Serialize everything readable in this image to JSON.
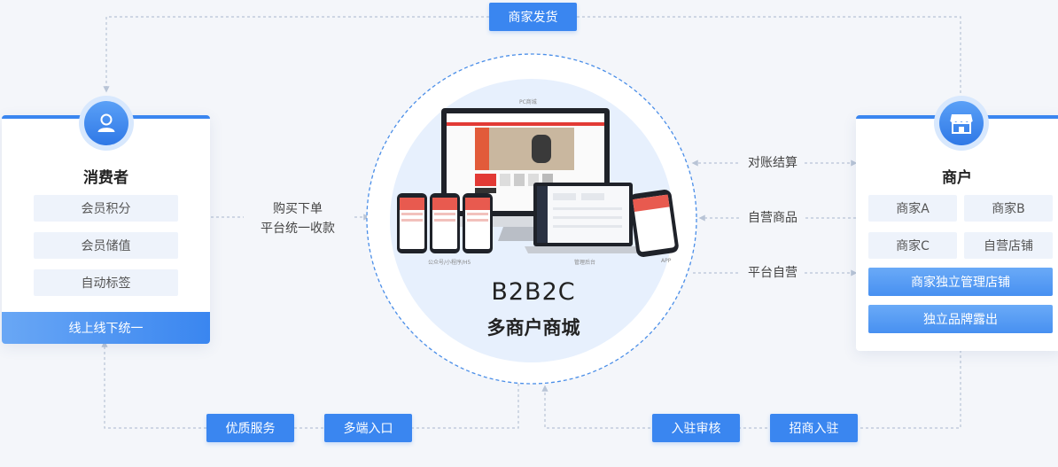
{
  "tags": {
    "top": "商家发货",
    "bottom_1": "优质服务",
    "bottom_2": "多端入口",
    "bottom_3": "入驻审核",
    "bottom_4": "招商入驻"
  },
  "flows": {
    "buy_line1": "购买下单",
    "buy_line2": "平台统一收款",
    "reconcile": "对账结算",
    "self_goods": "自营商品",
    "platform_self": "平台自营"
  },
  "consumer": {
    "title": "消费者",
    "items": [
      "会员积分",
      "会员储值",
      "自动标签"
    ],
    "band": "线上线下统一"
  },
  "merchant": {
    "title": "商户",
    "grid": [
      "商家A",
      "商家B",
      "商家C",
      "自营店铺"
    ],
    "buttons": [
      "商家独立管理店铺",
      "独立品牌露出"
    ]
  },
  "center": {
    "title": "B2B2C",
    "subtitle": "多商户商城",
    "device_labels": {
      "pc": "PC商城",
      "mini": "公众号/小程序/H5",
      "admin": "管理后台",
      "app": "APP"
    }
  },
  "colors": {
    "accent": "#3a86f0",
    "accent_light": "#69a7f5",
    "pill_bg": "#eef3fb",
    "circle_fill": "#e7f0fd",
    "background": "#f4f6fa"
  },
  "icons": {
    "consumer_avatar": "user-icon",
    "merchant_avatar": "shop-icon"
  }
}
